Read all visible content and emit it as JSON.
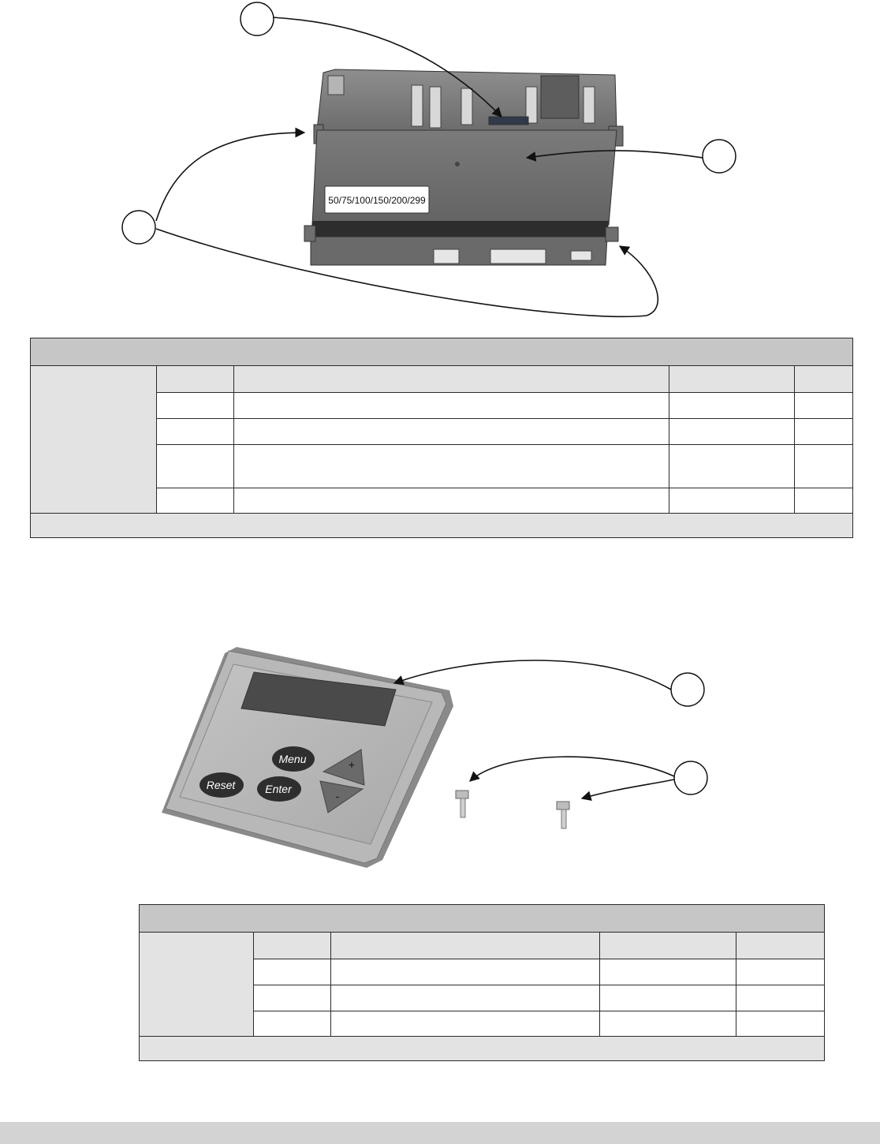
{
  "control_module": {
    "label_text": "50/75/100/150/200/299",
    "callouts": [
      "",
      "",
      ""
    ],
    "table": {
      "title": "",
      "group_label": "",
      "columns": [
        "",
        "",
        "",
        ""
      ],
      "rows": [
        [
          "",
          "",
          "",
          ""
        ],
        [
          "",
          "",
          "",
          ""
        ],
        [
          "",
          "",
          "",
          ""
        ],
        [
          "",
          "",
          "",
          ""
        ]
      ],
      "footer": ""
    }
  },
  "display_module": {
    "buttons": {
      "menu": "Menu",
      "reset": "Reset",
      "enter": "Enter",
      "plus": "+",
      "minus": "-"
    },
    "callouts": [
      "",
      ""
    ],
    "table": {
      "title": "",
      "group_label": "",
      "columns": [
        "",
        "",
        "",
        ""
      ],
      "rows": [
        [
          "",
          "",
          "",
          ""
        ],
        [
          "",
          "",
          "",
          ""
        ],
        [
          "",
          "",
          "",
          ""
        ]
      ],
      "footer": ""
    }
  },
  "colors": {
    "table_title_bg": "#c6c6c6",
    "table_light_bg": "#e3e3e3",
    "module_body": "#7a7a7a",
    "display_screen": "#4a4a4a",
    "button_fill": "#2e2e2e",
    "footer_band": "#d3d3d3"
  }
}
